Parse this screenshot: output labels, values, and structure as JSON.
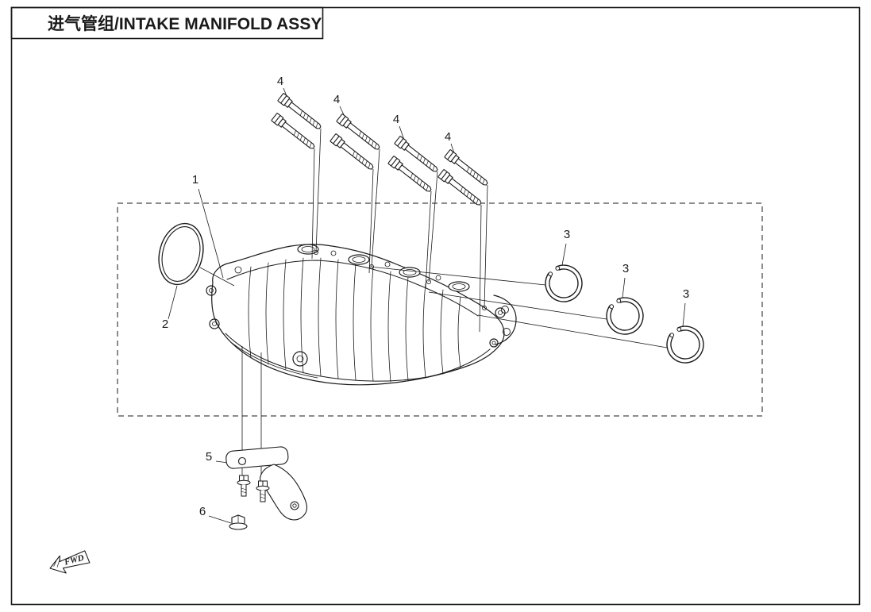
{
  "page": {
    "title": "进气管组/INTAKE MANIFOLD ASSY"
  },
  "callouts": {
    "assembly": "1",
    "oring": "2",
    "retaining_ring": "3",
    "bolt": "4",
    "bracket": "5",
    "flange_bolt": "6"
  },
  "direction": {
    "label": "FWD"
  },
  "colors": {
    "ink": "#1a1a1a",
    "background": "#ffffff"
  }
}
